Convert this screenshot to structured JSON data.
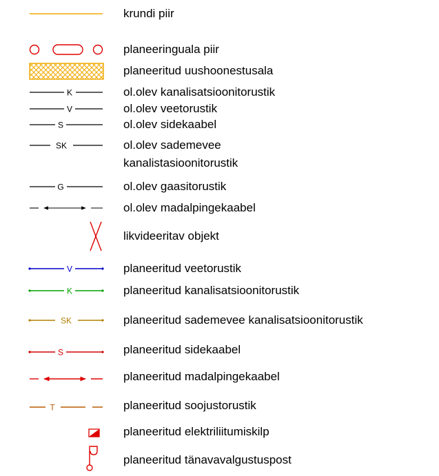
{
  "legend": {
    "items": [
      {
        "label": "krundi piir",
        "color": "#f0a800"
      },
      {
        "label": "planeeringuala piir",
        "color": "#e00000"
      },
      {
        "label": "planeeritud uushoonestusala",
        "color": "#f0a800"
      },
      {
        "label": "ol.olev kanalisatsioonitorustik",
        "code": "K",
        "color": "#000000"
      },
      {
        "label": "ol.olev veetorustik",
        "code": "V",
        "color": "#000000"
      },
      {
        "label": "ol.olev sidekaabel",
        "code": "S",
        "color": "#000000"
      },
      {
        "label": "ol.olev sademevee",
        "label2": "kanalistasioonitorustik",
        "code": "SK",
        "color": "#000000"
      },
      {
        "label": "ol.olev gaasitorustik",
        "code": "G",
        "color": "#000000"
      },
      {
        "label": "ol.olev madalpingekaabel",
        "color": "#000000"
      },
      {
        "label": "likvideeritav objekt",
        "color": "#e00000"
      },
      {
        "label": "planeeritud veetorustik",
        "code": "V",
        "color": "#0000c8"
      },
      {
        "label": "planeeritud kanalisatsioonitorustik",
        "code": "K",
        "color": "#00a000"
      },
      {
        "label": "planeeritud sademevee kanalisatsioonitorustik",
        "code": "SK",
        "color": "#b08000"
      },
      {
        "label": "planeeritud sidekaabel",
        "code": "S",
        "color": "#d00000"
      },
      {
        "label": "planeeritud madalpingekaabel",
        "color": "#e00000"
      },
      {
        "label": "planeeritud soojustorustik",
        "code": "T",
        "color": "#b85c00"
      },
      {
        "label": "planeeritud elektriliitumiskilp",
        "color": "#e00000"
      },
      {
        "label": "planeeritud tänavavalgustuspost",
        "color": "#e00000"
      }
    ]
  }
}
